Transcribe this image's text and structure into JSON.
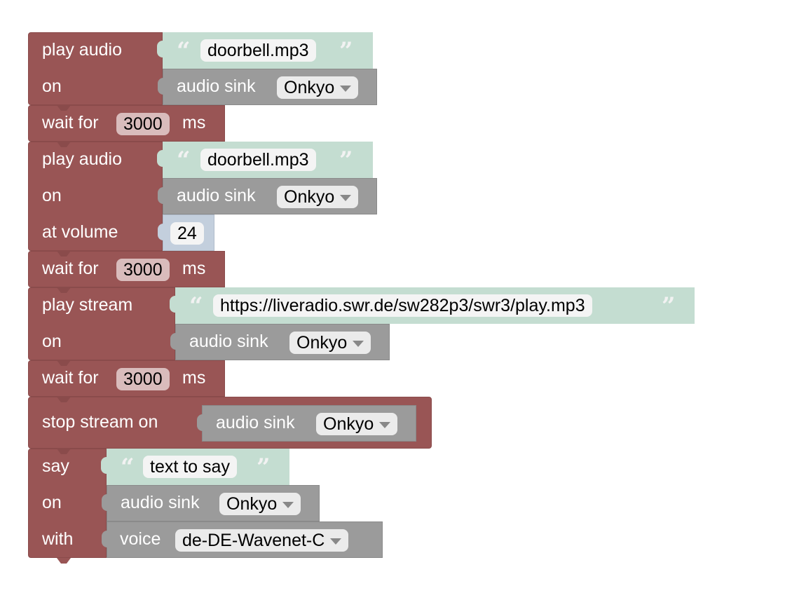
{
  "blocks": {
    "play1": {
      "label1": "play audio",
      "file": "doorbell.mp3",
      "label2": "on",
      "sink_label": "audio sink",
      "sink": "Onkyo"
    },
    "wait1": {
      "label": "wait for",
      "value": "3000",
      "unit": "ms"
    },
    "play2": {
      "label1": "play audio",
      "file": "doorbell.mp3",
      "label2": "on",
      "sink_label": "audio sink",
      "sink": "Onkyo",
      "label3": "at volume",
      "volume": "24"
    },
    "wait2": {
      "label": "wait for",
      "value": "3000",
      "unit": "ms"
    },
    "stream": {
      "label1": "play stream",
      "url": "https://liveradio.swr.de/sw282p3/swr3/play.mp3",
      "label2": "on",
      "sink_label": "audio sink",
      "sink": "Onkyo"
    },
    "wait3": {
      "label": "wait for",
      "value": "3000",
      "unit": "ms"
    },
    "stop": {
      "label": "stop stream on",
      "sink_label": "audio sink",
      "sink": "Onkyo"
    },
    "say": {
      "label1": "say",
      "text": "text to say",
      "label2": "on",
      "sink_label": "audio sink",
      "sink": "Onkyo",
      "label3": "with",
      "voice_label": "voice",
      "voice": "de-DE-Wavenet-C"
    }
  },
  "symbols": {
    "open_quote": "“",
    "close_quote": "”"
  },
  "colors": {
    "audio_block": "#995555",
    "text_block": "#c4ddd1",
    "sink_block": "#9b9b9b",
    "number_block": "#c3cfdd"
  }
}
